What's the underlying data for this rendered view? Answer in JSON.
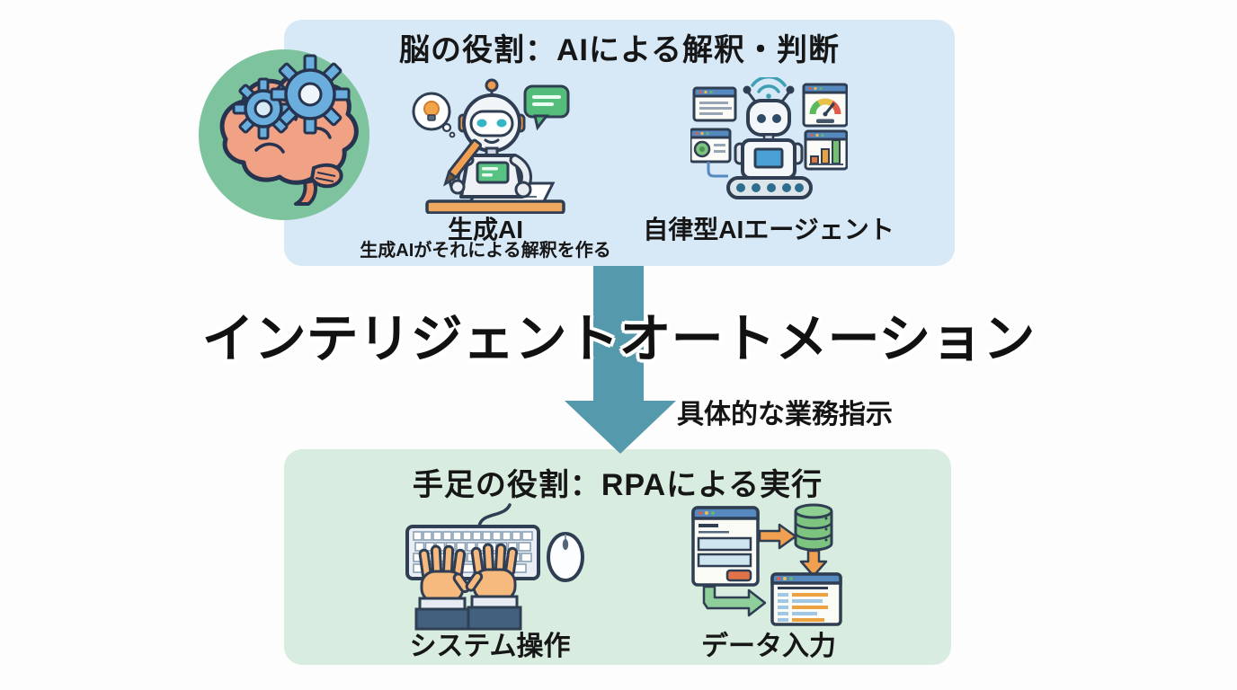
{
  "page": {
    "background": "#fdfdfd"
  },
  "brain_badge": {
    "icon": "brain-gears-icon",
    "circle_color": "#7dc49e"
  },
  "top_box": {
    "bg": "#d7e8f6",
    "title": "脳の役割：AIによる解釈・判断",
    "items": [
      {
        "icon": "writing-robot-illustration",
        "label": "生成AI",
        "sublabel": "生成AIがそれによる解釈を作る"
      },
      {
        "icon": "agent-robot-illustration",
        "label": "自律型AIエージェント"
      }
    ]
  },
  "middle": {
    "headline": "インテリジェントオートメーション",
    "annotation": "具体的な業務指示",
    "arrow": {
      "icon": "down-arrow",
      "color": "#5599ad",
      "direction": "down"
    }
  },
  "bottom_box": {
    "bg": "#d8ecdf",
    "title": "手足の役割：RPAによる実行",
    "items": [
      {
        "icon": "keyboard-hands-illustration",
        "label": "システム操作"
      },
      {
        "icon": "data-entry-illustration",
        "label": "データ入力"
      }
    ]
  }
}
